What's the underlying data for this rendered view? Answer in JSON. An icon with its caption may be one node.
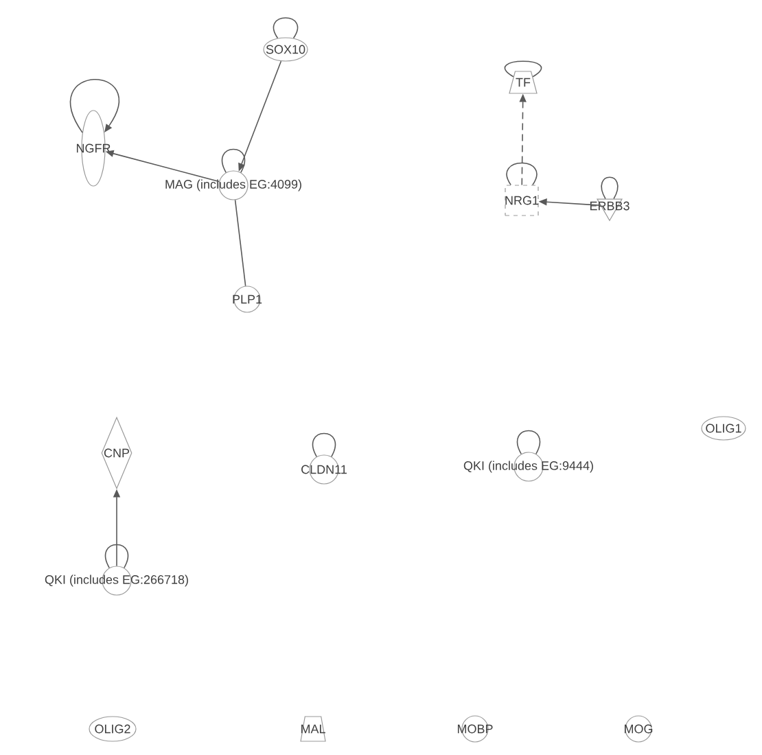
{
  "diagram": {
    "nodes": [
      {
        "text": [
          "SOX10"
        ]
      },
      {
        "text": [
          "TF"
        ]
      },
      {
        "text": [
          "NGFR"
        ]
      },
      {
        "text": [
          "MAG (includes EG:4099)"
        ]
      },
      {
        "text": [
          "NRG1"
        ]
      },
      {
        "text": [
          "ERBB3"
        ]
      },
      {
        "text": [
          "PLP1"
        ]
      },
      {
        "text": [
          "CNP"
        ]
      },
      {
        "text": [
          "CLDN11"
        ]
      },
      {
        "text": [
          "QKI (includes EG:9444)"
        ]
      },
      {
        "text": [
          "OLIG1"
        ]
      },
      {
        "text": [
          "QKI (includes EG:266718)"
        ]
      },
      {
        "text": [
          "OLIG2"
        ]
      },
      {
        "text": [
          "MAL"
        ]
      },
      {
        "text": [
          "MOBP"
        ]
      },
      {
        "text": [
          "MOG"
        ]
      }
    ],
    "edges": [
      {
        "from": 0,
        "to": 3,
        "arrow": "to"
      },
      {
        "from": 3,
        "to": 2,
        "arrow": "to"
      },
      {
        "from": 3,
        "to": 6,
        "arrow": "none"
      },
      {
        "from": 4,
        "to": 1,
        "arrow": "to",
        "style": "dashed"
      },
      {
        "from": 5,
        "to": 4,
        "arrow": "to"
      },
      {
        "from": 11,
        "to": 7,
        "arrow": "to"
      },
      {
        "from": 0,
        "to": 0,
        "arrow": "none"
      },
      {
        "from": 2,
        "to": 2,
        "arrow": "to"
      },
      {
        "from": 3,
        "to": 3,
        "arrow": "none"
      },
      {
        "from": 1,
        "to": 1,
        "arrow": "none"
      },
      {
        "from": 4,
        "to": 4,
        "arrow": "none"
      },
      {
        "from": 5,
        "to": 5,
        "arrow": "none"
      },
      {
        "from": 8,
        "to": 8,
        "arrow": "none"
      },
      {
        "from": 9,
        "to": 9,
        "arrow": "none"
      },
      {
        "from": 11,
        "to": 11,
        "arrow": "none"
      }
    ]
  }
}
